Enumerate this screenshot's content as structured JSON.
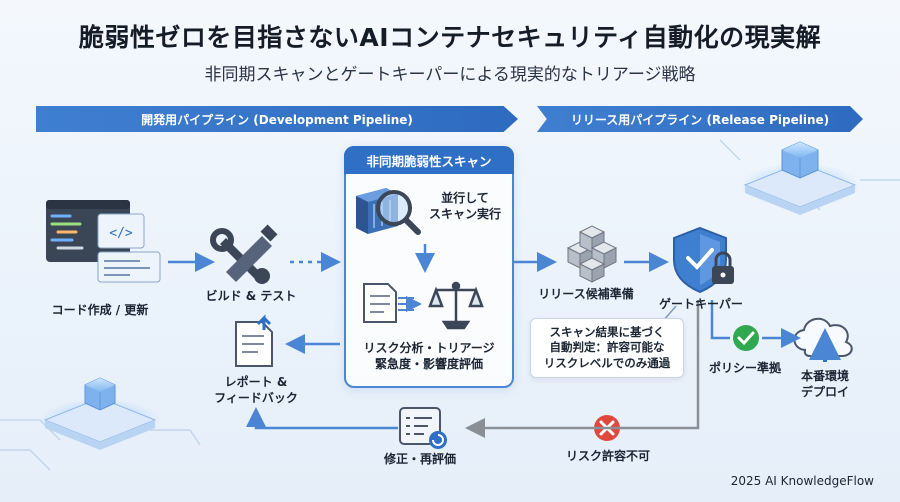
{
  "title": "脆弱性ゼロを目指さないAIコンテナセキュリティ自動化の現実解",
  "subtitle": "非同期スキャンとゲートキーパーによる現実的なトリアージ戦略",
  "banners": {
    "development": "開発用パイプライン (Development Pipeline)",
    "release": "リリース用パイプライン (Release Pipeline)"
  },
  "scan_box": {
    "title": "非同期脆弱性スキャン",
    "parallel_line1": "並行して",
    "parallel_line2": "スキャン実行",
    "risk_line1": "リスク分析・トリアージ",
    "risk_line2": "緊急度・影響度評価"
  },
  "nodes": {
    "code": "コード作成 / 更新",
    "build": "ビルド & テスト",
    "report_line1": "レポート &",
    "report_line2": "フィードバック",
    "fix": "修正・再評価",
    "release_candidate": "リリース候補準備",
    "gatekeeper": "ゲートキーパー",
    "policy": "ポリシー準拠",
    "deploy_line1": "本番環境",
    "deploy_line2": "デプロイ",
    "rejected": "リスク許容不可"
  },
  "callout": {
    "line1": "スキャン結果に基づく",
    "line2": "自動判定：許容可能な",
    "line3": "リスクレベルでのみ通過"
  },
  "footer": "2025 AI KnowledgeFlow",
  "colors": {
    "accent": "#2f6fc6",
    "arrow": "#4a86d4",
    "reject_arrow": "#8a8f96",
    "ok": "#2fa84f",
    "ng": "#e0483e"
  }
}
